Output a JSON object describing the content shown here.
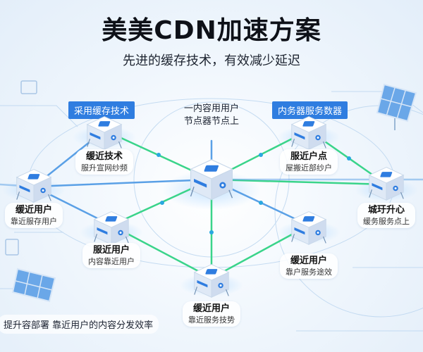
{
  "title": "美美CDN加速方案",
  "subtitle": "先进的缓存技术，有效减少延迟",
  "tags": {
    "left": "采用缓存技术",
    "right": "内务器服务数器"
  },
  "center_text": {
    "line1": "一内容用用户",
    "line2": "节点器节点上"
  },
  "nodes": [
    {
      "id": "top-left",
      "title": "缓近技术",
      "sub": "服升宣网纱频"
    },
    {
      "id": "top-right",
      "title": "服近户点",
      "sub": "屋搬近部纱户"
    },
    {
      "id": "left",
      "title": "缓近用户",
      "sub": "靠近服存用户"
    },
    {
      "id": "right",
      "title": "城玗升心",
      "sub": "缓务服务点上"
    },
    {
      "id": "mid-left",
      "title": "服近用户",
      "sub": "内容靠近用户"
    },
    {
      "id": "mid-right",
      "title": "缓近用户",
      "sub": "靠户服务途效"
    },
    {
      "id": "bottom",
      "title": "缓近用户",
      "sub": "靠近服务技势"
    }
  ],
  "footer": "提升容部署 靠近用户的内容分发效率",
  "colors": {
    "accent": "#2f7de0",
    "link_green": "#3ad48a",
    "link_blue": "#5aa0e6",
    "server_face": "#e9f1fb"
  }
}
